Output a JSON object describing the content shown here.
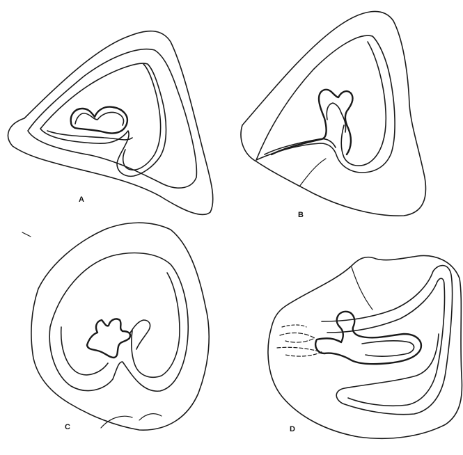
{
  "figure": {
    "panels": [
      {
        "id": "A",
        "label": "A"
      },
      {
        "id": "B",
        "label": "B"
      },
      {
        "id": "C",
        "label": "C"
      },
      {
        "id": "D",
        "label": "D"
      }
    ],
    "colors": {
      "ink": "#1a1a1a",
      "background": "#ffffff"
    }
  }
}
